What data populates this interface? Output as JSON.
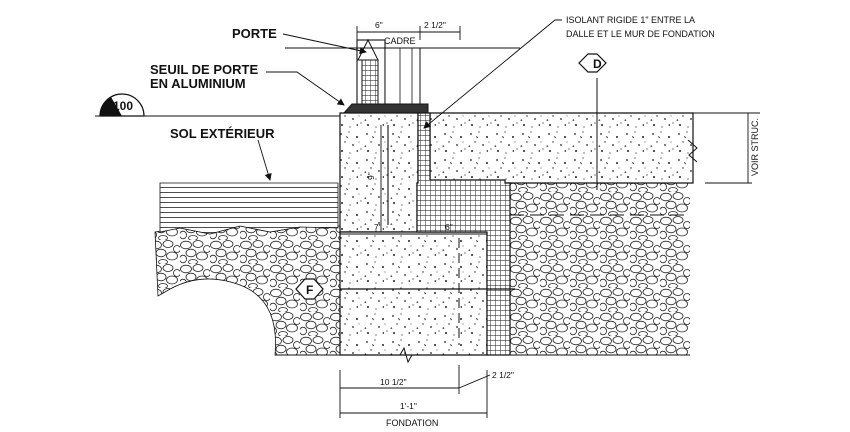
{
  "labels": {
    "porte": "PORTE",
    "seuil_line1": "SEUIL DE PORTE",
    "seuil_line2": "EN ALUMINIUM",
    "sol_exterieur": "SOL EXTÉRIEUR",
    "isolant_line1": "ISOLANT RIGIDE 1\" ENTRE LA",
    "isolant_line2": "DALLE ET LE MUR DE FONDATION",
    "cadre": "CADRE",
    "voir_struc": "VOIR STRUC.",
    "fondation": "FONDATION"
  },
  "dimensions": {
    "top_6": "6\"",
    "top_2_5": "2 1/2\"",
    "wall_9": "9\"",
    "ledge_7": "7\"",
    "ledge_6": "6\"",
    "bottom_10_5": "10 1/2\"",
    "bottom_2_5": "2 1/2\"",
    "bottom_1_1": "1'-1\""
  },
  "tags": {
    "elevation": "100",
    "section_d": "D",
    "section_f": "F"
  },
  "colors": {
    "line": "#111111",
    "background": "#ffffff"
  }
}
